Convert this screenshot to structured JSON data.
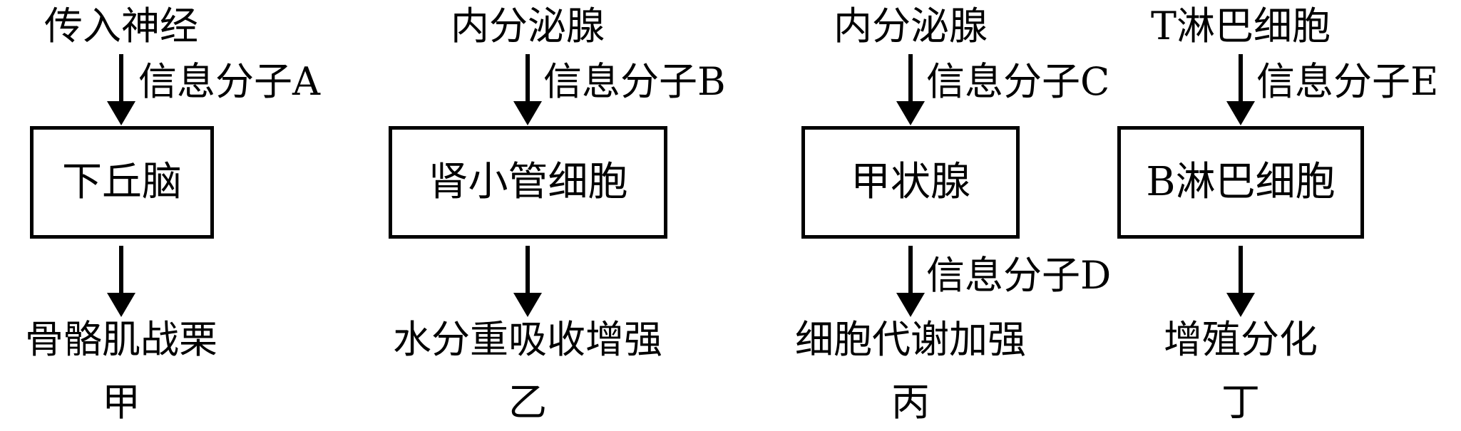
{
  "panels": [
    {
      "id": "jia",
      "source": "传入神经",
      "molecule_in": "信息分子A",
      "target": "下丘脑",
      "effect": "骨骼肌战栗",
      "label": "甲"
    },
    {
      "id": "yi",
      "source": "内分泌腺",
      "molecule_in": "信息分子B",
      "target": "肾小管细胞",
      "effect": "水分重吸收增强",
      "label": "乙"
    },
    {
      "id": "bing",
      "source": "内分泌腺",
      "molecule_in": "信息分子C",
      "target": "甲状腺",
      "molecule_out": "信息分子D",
      "effect": "细胞代谢加强",
      "label": "丙"
    },
    {
      "id": "ding",
      "source": "T淋巴细胞",
      "molecule_in": "信息分子E",
      "target": "B淋巴细胞",
      "effect": "增殖分化",
      "label": "丁"
    }
  ]
}
